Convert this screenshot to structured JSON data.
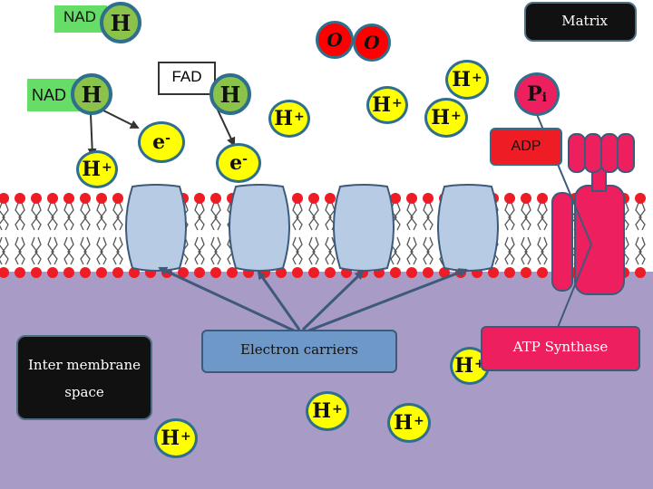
{
  "nad_top": {
    "prefix": "NAD",
    "h": "H"
  },
  "nad_second": {
    "prefix": "NAD",
    "h": "H"
  },
  "fad": {
    "prefix": "FAD",
    "h": "H"
  },
  "oxygen": [
    "O",
    "O"
  ],
  "matrix_label": "Matrix",
  "electrons": [
    {
      "e": "e",
      "charge": "-"
    },
    {
      "e": "e",
      "charge": "-"
    }
  ],
  "pi": {
    "p": "P",
    "sub": "i"
  },
  "adp": "ADP",
  "h_ions": [
    {
      "h": "H",
      "charge": "+"
    },
    {
      "h": "H",
      "charge": "+"
    },
    {
      "h": "H",
      "charge": "+"
    },
    {
      "h": "H",
      "charge": "+"
    },
    {
      "h": "H",
      "charge": "+"
    },
    {
      "h": "H",
      "charge": "+"
    },
    {
      "h": "H",
      "charge": "+"
    },
    {
      "h": "H",
      "charge": "+"
    },
    {
      "h": "H",
      "charge": "+"
    }
  ],
  "inter_membrane": {
    "line1": "Inter membrane",
    "line2": "space"
  },
  "electron_carriers": "Electron carriers",
  "atp_synthase": "ATP Synthase",
  "colors": {
    "membrane_region": "#a89bc6",
    "phospholipid_head": "#ee1c24",
    "protein": "#b8cbe4",
    "protein_border": "#3d5a7a",
    "synthase": "#ee1f5f",
    "h_ion": "#ffff00",
    "nadh_circle": "#8bc34a",
    "label_box": "#111111"
  }
}
